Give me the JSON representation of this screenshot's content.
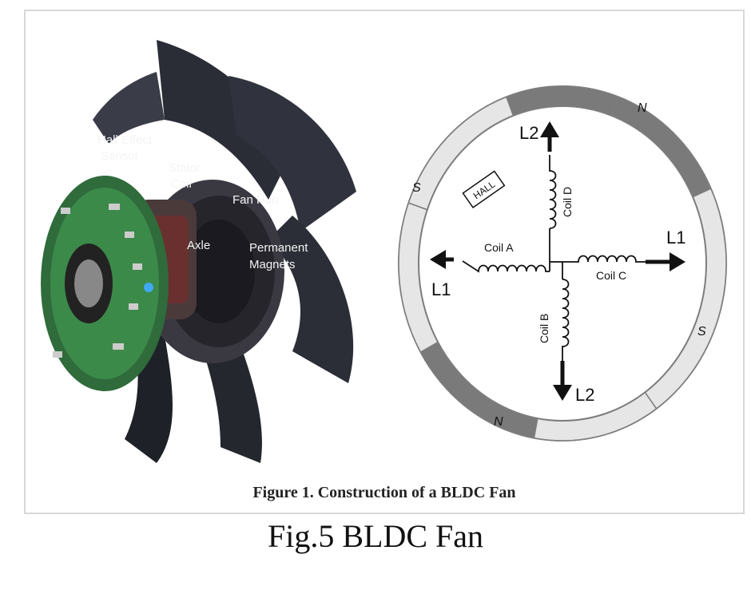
{
  "photo": {
    "labels": {
      "hall_effect_line1": "Hall Effect",
      "hall_effect_line2": "Sensor",
      "stator_line1": "Stator",
      "stator_line2": "Coil",
      "fan_hub": "Fan Hub",
      "axle": "Axle",
      "magnets_line1": "Permanent",
      "magnets_line2": "Magnets"
    }
  },
  "diagram": {
    "poles": {
      "n_top": "N",
      "n_bottom": "N",
      "s_left": "S",
      "s_right": "S"
    },
    "hall": "HALL",
    "coils": {
      "a": "Coil A",
      "b": "Coil B",
      "c": "Coil C",
      "d": "Coil D"
    },
    "leads": {
      "l1_left": "L1",
      "l1_right": "L1",
      "l2_top": "L2",
      "l2_bottom": "L2"
    },
    "colors": {
      "dark_segment": "#7a7a7a",
      "light_segment": "#e6e6e6",
      "ring_border": "#7d7d7d"
    }
  },
  "figure_caption": "Figure 1.  Construction of a BLDC Fan",
  "image_caption": "Fig.5 BLDC Fan"
}
